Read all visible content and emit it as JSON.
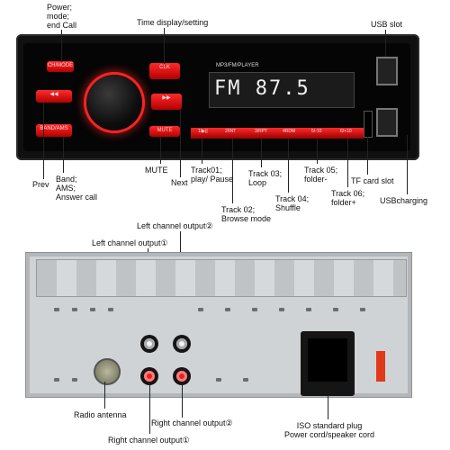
{
  "front": {
    "display_mode": "MP3/FM/PLAYER",
    "display_readout": "FM 87.5",
    "buttons": {
      "power": "CH/MODE",
      "prev": "◀◀",
      "next": "▶▶",
      "band": "BAND/AMS",
      "clock": "CLK",
      "mute": "MUTE"
    },
    "track_keys": [
      "1/▶||",
      "2/INT",
      "3/RPT",
      "4RDM",
      "5/-10",
      "6/+10"
    ]
  },
  "labels": {
    "power": "Power;\nmode;\nend Call",
    "time_display": "Time display/setting",
    "usb_slot": "USB slot",
    "prev": "Prev",
    "band": "Band;\nAMS;\nAnswer call",
    "mute": "MUTE",
    "next": "Next",
    "track01": "Track01;\nplay/ Pause",
    "track02": "Track 02;\nBrowse mode",
    "track03": "Track 03;\nLoop",
    "track04": "Track 04;\nShuffle",
    "track05": "Track 05;\nfolder-",
    "track06": "Track 06;\nfolder+",
    "tf_card": "TF card slot",
    "usb_charging": "USBcharging",
    "left_out_2": "Left channel output②",
    "left_out_1": "Left channel output①",
    "radio_antenna": "Radio antenna",
    "right_out_2": "Right channel output②",
    "right_out_1": "Right channel output①",
    "iso_plug": "ISO standard plug\nPower cord/speaker cord"
  },
  "colors": {
    "accent_red": "#ff2a2a",
    "panel_black": "#050505",
    "chassis_gray": "#cfd3d6"
  }
}
